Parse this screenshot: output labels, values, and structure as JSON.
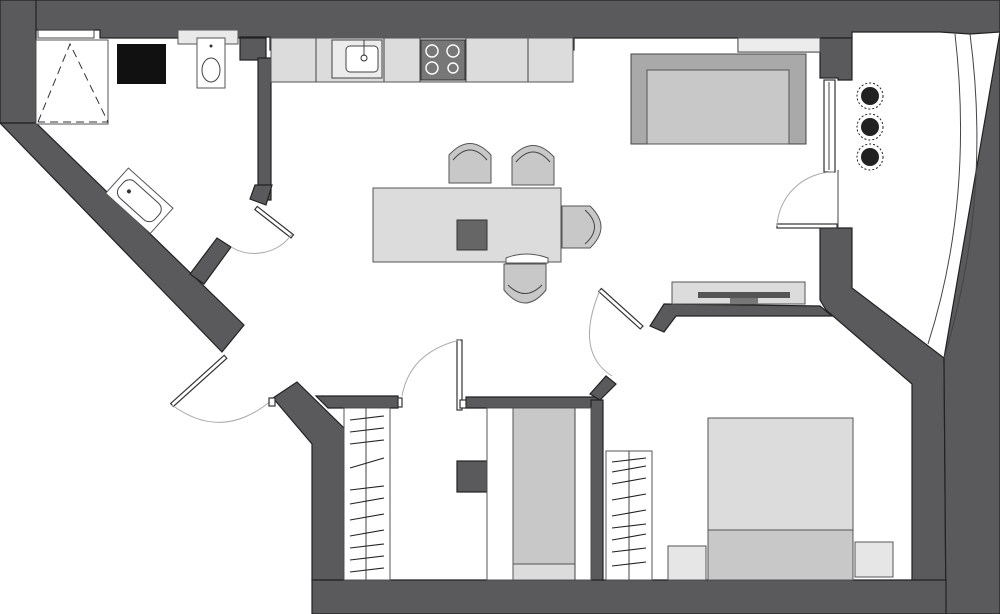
{
  "plan": {
    "colors": {
      "wall": "#5a5a5c",
      "furniture_light": "#dcdcdc",
      "furniture_mid": "#c8c8c8",
      "furniture_dark": "#a9a9a9",
      "background": "#ffffff"
    },
    "rooms": [
      "bathroom",
      "kitchen-living",
      "balcony",
      "hallway",
      "wardrobe",
      "bedroom"
    ],
    "icons": [
      "shower-tray-icon",
      "toilet-icon",
      "sink-icon",
      "cooktop-icon",
      "bathtub-icon",
      "plant-icon",
      "tv-icon",
      "bed-icon",
      "chair-icon"
    ]
  }
}
